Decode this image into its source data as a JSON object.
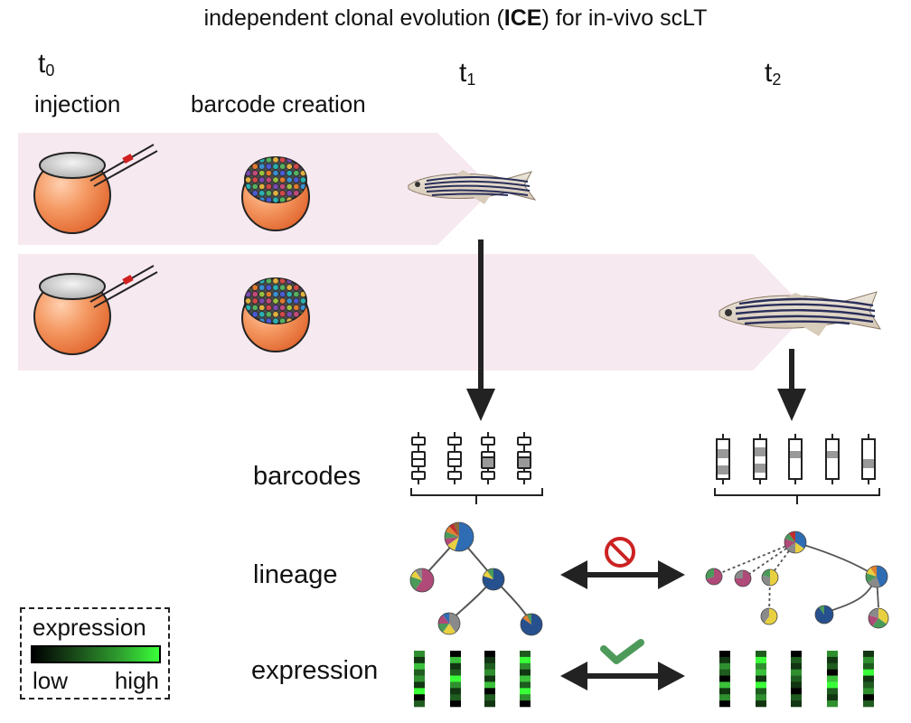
{
  "title": {
    "prefix": "independent clonal evolution (",
    "bold": "ICE",
    "suffix": ") for in-vivo scLT"
  },
  "timepoints": [
    {
      "letter": "t",
      "sub": "0"
    },
    {
      "letter": "t",
      "sub": "1"
    },
    {
      "letter": "t",
      "sub": "2"
    }
  ],
  "stages": {
    "injection": "injection",
    "barcode_creation": "barcode creation"
  },
  "rows": {
    "barcodes": "barcodes",
    "lineage": "lineage",
    "expression": "expression"
  },
  "comparisons": {
    "lineage": {
      "status": "not comparable",
      "icon": "prohibited-icon"
    },
    "expression": {
      "status": "comparable",
      "icon": "checkmark-icon"
    }
  },
  "legend": {
    "title": "expression",
    "low": "low",
    "high": "high"
  },
  "colors": {
    "band": "#f7e9f0",
    "embryo": "#f2884d",
    "arrow": "#222222",
    "prohibited": "#cc2222",
    "check": "#4e9a5a",
    "expr_low": "#000000",
    "expr_high": "#39ff39"
  }
}
